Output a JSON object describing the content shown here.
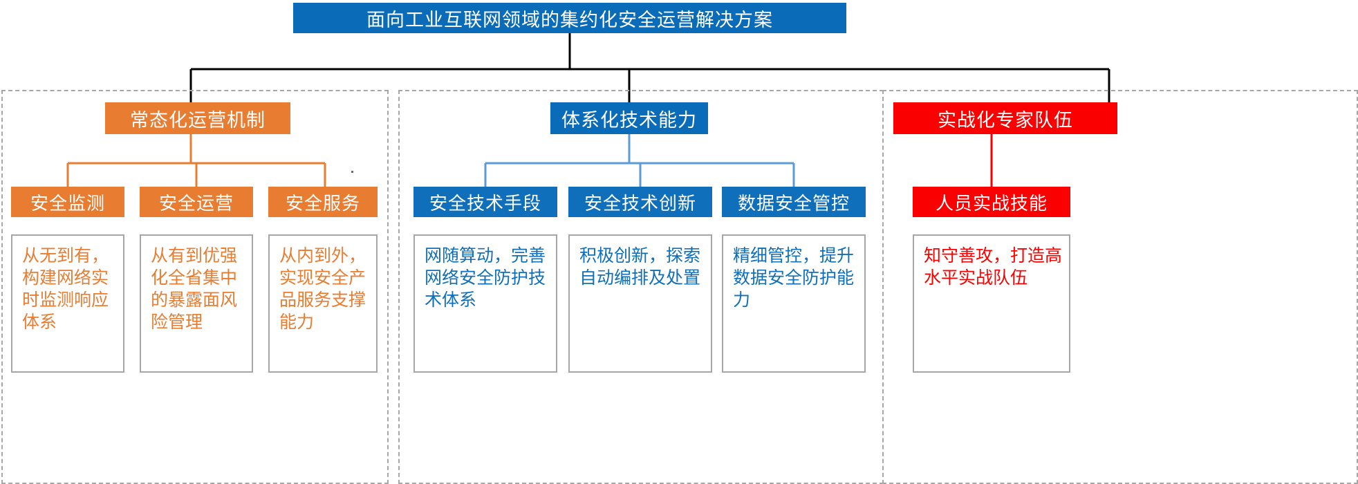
{
  "root": {
    "title": "面向工业互联网领域的集约化安全运营解决方案"
  },
  "branches": [
    {
      "key": "ops",
      "color": "#e87d32",
      "header": "常态化运营机制",
      "children": [
        {
          "label": "安全监测",
          "desc": "从无到有，构建网络实时监测响应体系"
        },
        {
          "label": "安全运营",
          "desc": "从有到优强化全省集中的暴露面风险管理"
        },
        {
          "label": "安全服务",
          "desc": "从内到外，实现安全产品服务支撑能力"
        }
      ]
    },
    {
      "key": "tech",
      "color": "#0f6fba",
      "header": "体系化技术能力",
      "children": [
        {
          "label": "安全技术手段",
          "desc": "网随算动，完善网络安全防护技术体系"
        },
        {
          "label": "安全技术创新",
          "desc": "积极创新，探索自动编排及处置"
        },
        {
          "label": "数据安全管控",
          "desc": "精细管控，提升数据安全防护能力"
        }
      ]
    },
    {
      "key": "expert",
      "color": "#fb0000",
      "header": "实战化专家队伍",
      "children": [
        {
          "label": "人员实战技能",
          "desc": "知守善攻，打造高水平实战队伍"
        }
      ]
    }
  ],
  "colors": {
    "title_bg": "#0a6cb8",
    "orange": "#e87d32",
    "blue": "#0f6fba",
    "red": "#fb0000",
    "frame": "#a6a6a6",
    "trunk": "#000000"
  }
}
